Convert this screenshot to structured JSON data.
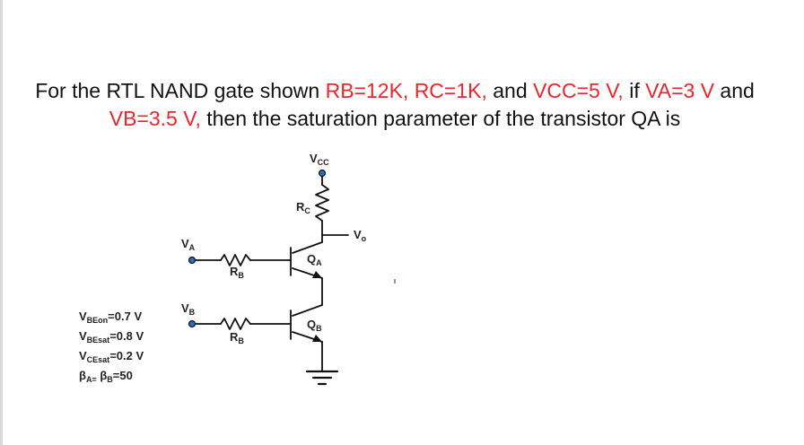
{
  "question": {
    "line1_a": "For the RTL NAND gate shown ",
    "line1_b": "RB=12K, RC=1K,",
    "line1_c": " and ",
    "line1_d": "VCC=5 V,",
    "line1_e": " if ",
    "line1_f": "VA=3 V",
    "line1_g": " and",
    "line2_a": "VB=3.5 V,",
    "line2_b": " then the saturation parameter of the transistor QA is"
  },
  "circuit": {
    "vcc": {
      "main": "V",
      "sub": "CC"
    },
    "rc": {
      "main": "R",
      "sub": "C"
    },
    "vo": {
      "main": "V",
      "sub": "o"
    },
    "va": {
      "main": "V",
      "sub": "A"
    },
    "vb": {
      "main": "V",
      "sub": "B"
    },
    "rb_top": {
      "main": "R",
      "sub": "B"
    },
    "rb_bottom": {
      "main": "R",
      "sub": "B"
    },
    "qa": {
      "main": "Q",
      "sub": "A"
    },
    "qb": {
      "main": "Q",
      "sub": "B"
    }
  },
  "params": [
    {
      "main": "V",
      "sub": "BEon",
      "rest": "=0.7 V"
    },
    {
      "main": "V",
      "sub": "BEsat",
      "rest": "=0.8 V"
    },
    {
      "main": "V",
      "sub": "CEsat",
      "rest": "=0.2 V"
    },
    {
      "main": "β",
      "sub": "A=",
      "rest": " β",
      "sub2": "B",
      "rest2": "=50"
    }
  ],
  "colors": {
    "highlight": "#e8262b",
    "text": "#111111",
    "terminal": "#2f6fb5"
  }
}
